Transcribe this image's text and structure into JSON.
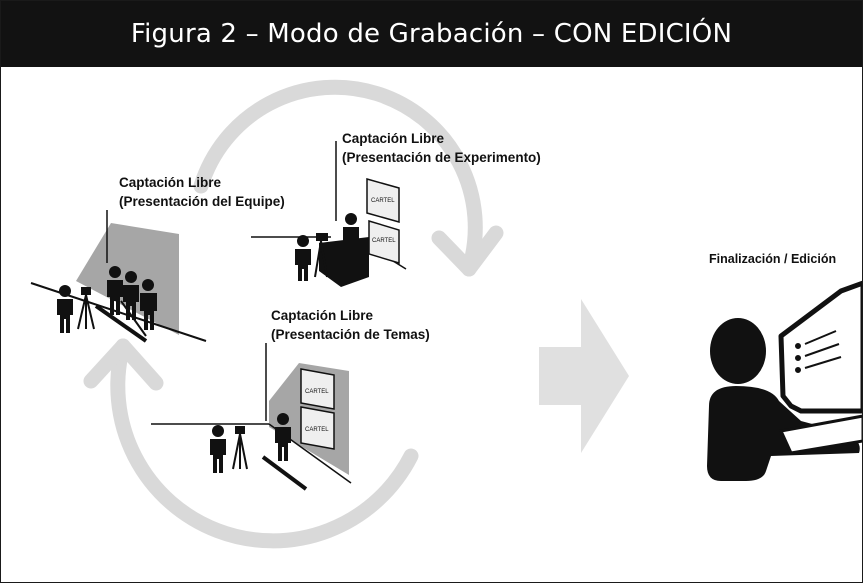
{
  "title": "Figura 2 – Modo de Grabación – CON EDICIÓN",
  "scenes": {
    "team": {
      "line1": "Captación Libre",
      "line2": "(Presentación del Equipe)"
    },
    "experiment": {
      "line1": "Captación Libre",
      "line2": "(Presentación de Experimento)",
      "sign": "CARTEL"
    },
    "topics": {
      "line1": "Captación Libre",
      "line2": "(Presentación de Temas)",
      "sign": "CARTEL"
    }
  },
  "final": {
    "label": "Finalización / Edición"
  },
  "colors": {
    "title_bg": "#121212",
    "cycle_arrow": "#d9d9d9",
    "big_arrow": "#e0e0e0",
    "wall": "#a6a6a6",
    "figure": "#111111"
  }
}
